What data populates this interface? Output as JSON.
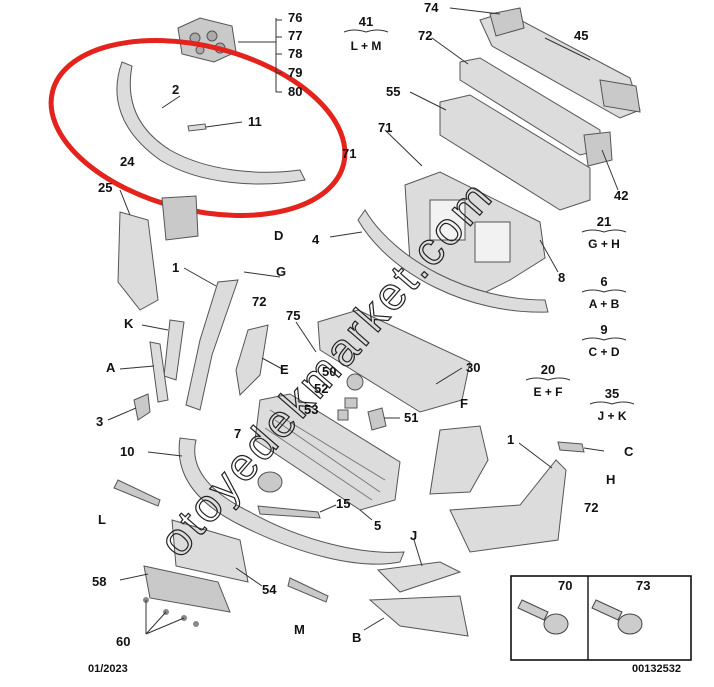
{
  "diagram": {
    "watermark": "otoyedekmarket.com",
    "date": "01/2023",
    "ref_code": "00132532",
    "callouts": [
      {
        "id": "74"
      },
      {
        "id": "76"
      },
      {
        "id": "77"
      },
      {
        "id": "78"
      },
      {
        "id": "79"
      },
      {
        "id": "80"
      },
      {
        "id": "72"
      },
      {
        "id": "45"
      },
      {
        "id": "2"
      },
      {
        "id": "11"
      },
      {
        "id": "55"
      },
      {
        "id": "71"
      },
      {
        "id": "42"
      },
      {
        "id": "24"
      },
      {
        "id": "25"
      },
      {
        "id": "71b",
        "text": "71"
      },
      {
        "id": "4"
      },
      {
        "id": "8"
      },
      {
        "id": "D"
      },
      {
        "id": "G"
      },
      {
        "id": "1"
      },
      {
        "id": "72b",
        "text": "72"
      },
      {
        "id": "K"
      },
      {
        "id": "75"
      },
      {
        "id": "A"
      },
      {
        "id": "E"
      },
      {
        "id": "50"
      },
      {
        "id": "30"
      },
      {
        "id": "52"
      },
      {
        "id": "53"
      },
      {
        "id": "51"
      },
      {
        "id": "3"
      },
      {
        "id": "F"
      },
      {
        "id": "7"
      },
      {
        "id": "10"
      },
      {
        "id": "1b",
        "text": "1"
      },
      {
        "id": "C"
      },
      {
        "id": "H"
      },
      {
        "id": "72c",
        "text": "72"
      },
      {
        "id": "15"
      },
      {
        "id": "L"
      },
      {
        "id": "5"
      },
      {
        "id": "J"
      },
      {
        "id": "58"
      },
      {
        "id": "54"
      },
      {
        "id": "M"
      },
      {
        "id": "B"
      },
      {
        "id": "60"
      },
      {
        "id": "70"
      },
      {
        "id": "73"
      }
    ],
    "kits": [
      {
        "num": "41",
        "parts": "L + M"
      },
      {
        "num": "21",
        "parts": "G + H"
      },
      {
        "num": "6",
        "parts": "A + B"
      },
      {
        "num": "9",
        "parts": "C + D"
      },
      {
        "num": "20",
        "parts": "E + F"
      },
      {
        "num": "35",
        "parts": "J + K"
      }
    ]
  }
}
